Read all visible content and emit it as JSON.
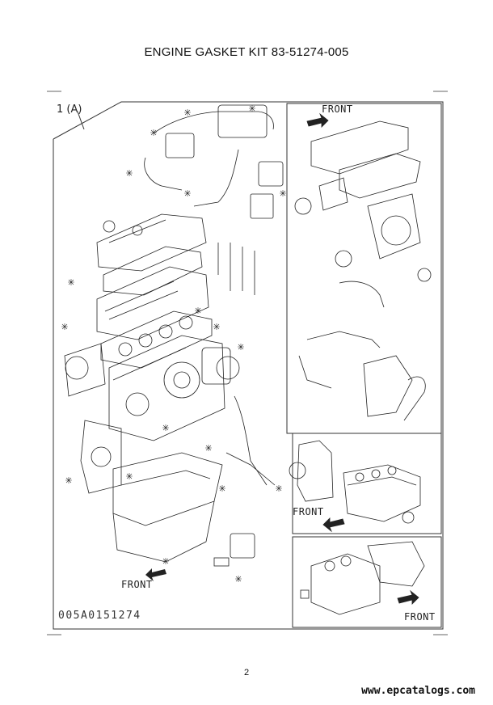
{
  "document": {
    "title": "ENGINE GASKET KIT  83-51274-005",
    "figure_label": "1 (A)",
    "front_labels": [
      "FRONT",
      "FRONT",
      "FRONT",
      "FRONT"
    ],
    "drawing_code": "005A0151274",
    "page_number": "2",
    "watermark": "www.epcatalogs.com"
  }
}
